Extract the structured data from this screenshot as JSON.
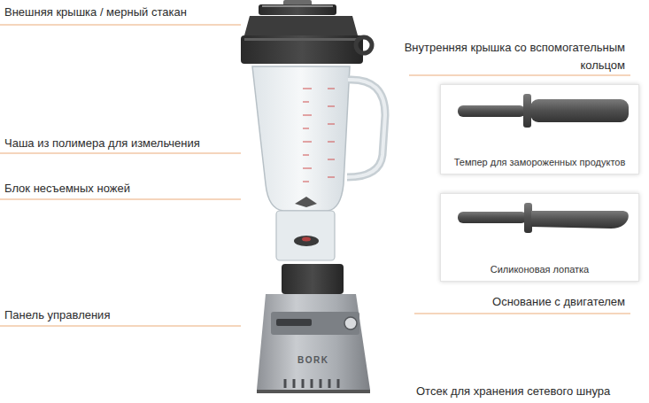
{
  "diagram": {
    "nodes": [
      {
        "text": [
          "Темпер для замороженных продуктов"
        ]
      },
      {
        "text": [
          "Силиконовая лопатка"
        ]
      }
    ],
    "labels": [
      "Внешняя крышка / мерный стакан",
      "Внутренняя крышка со вспомогательным кольцом",
      "Чаша из полимера для измельчения",
      "Блок несъемных ножей",
      "Панель управления",
      "Основание с двигателем",
      "Отсек для хранения сетевого шнура",
      "BORK"
    ]
  }
}
